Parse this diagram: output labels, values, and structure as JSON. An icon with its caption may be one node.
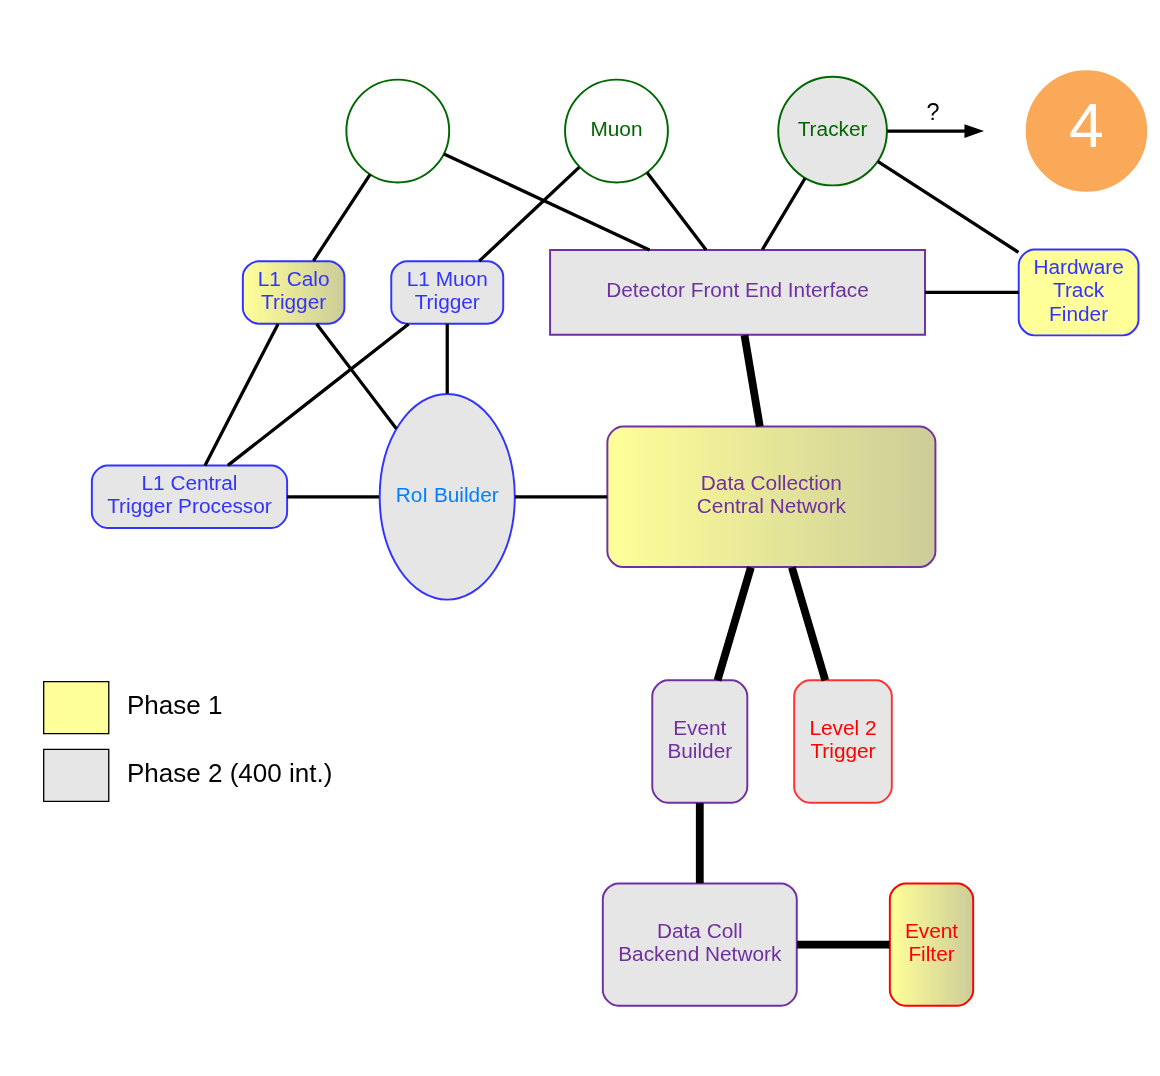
{
  "diagram": {
    "nodes": [
      {
        "text": [],
        "shape": "circle"
      },
      {
        "text": [
          "Muon"
        ]
      },
      {
        "text": [
          "Tracker"
        ]
      },
      {
        "text": [
          "L1 Calo Trigger"
        ]
      },
      {
        "text": [
          "L1 Muon Trigger"
        ]
      },
      {
        "text": [
          "RoI Builder"
        ]
      },
      {
        "text": [
          "Detector Front End Interface"
        ]
      },
      {
        "text": [
          "Hardware Track Finder"
        ]
      },
      {
        "text": [
          "L1 Central Trigger Processor"
        ]
      },
      {
        "text": [
          "Data Collection Central Network"
        ]
      },
      {
        "text": [
          "Level 2 Trigger"
        ]
      },
      {
        "text": [
          "Event Builder"
        ]
      },
      {
        "text": [
          "Event Filter"
        ]
      },
      {
        "text": [
          "Data Coll Backend Network"
        ]
      }
    ],
    "edges": [
      {
        "from": 0,
        "to": 3,
        "arrow": "none"
      },
      {
        "from": 0,
        "to": 6,
        "arrow": "none"
      },
      {
        "from": 1,
        "to": 4,
        "arrow": "none"
      },
      {
        "from": 1,
        "to": 6,
        "arrow": "none"
      },
      {
        "from": 2,
        "to": null,
        "arrow": "to",
        "label": "?"
      },
      {
        "from": 2,
        "to": 6,
        "arrow": "none"
      },
      {
        "from": 2,
        "to": 7,
        "arrow": "none"
      },
      {
        "from": 6,
        "to": 7,
        "arrow": "none"
      },
      {
        "from": 3,
        "to": 8,
        "arrow": "none"
      },
      {
        "from": 3,
        "to": 5,
        "arrow": "none"
      },
      {
        "from": 4,
        "to": 8,
        "arrow": "none"
      },
      {
        "from": 4,
        "to": 5,
        "arrow": "none"
      },
      {
        "from": 8,
        "to": 5,
        "arrow": "none"
      },
      {
        "from": 5,
        "to": 9,
        "arrow": "none"
      },
      {
        "from": 6,
        "to": 9,
        "arrow": "none",
        "style": "thick"
      },
      {
        "from": 9,
        "to": 10,
        "arrow": "none",
        "style": "thick"
      },
      {
        "from": 9,
        "to": 11,
        "arrow": "none",
        "style": "thick"
      },
      {
        "from": 11,
        "to": 13,
        "arrow": "none",
        "style": "thick"
      },
      {
        "from": 13,
        "to": 12,
        "arrow": "none",
        "style": "thick"
      }
    ],
    "labels": [
      "4"
    ],
    "legend": [
      {
        "text": "Phase 1",
        "color": "#ffff99"
      },
      {
        "text": "Phase 2 (400 int.)",
        "color": "#e6e6e6"
      }
    ]
  }
}
